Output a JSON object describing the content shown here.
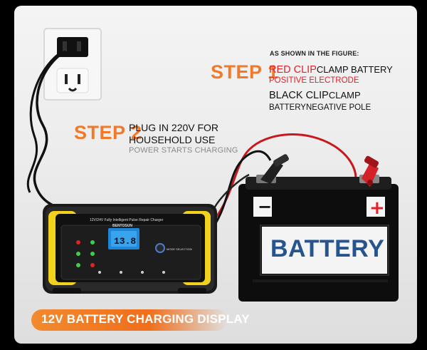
{
  "step1": {
    "title": "STEP 1",
    "caption": "AS SHOWN IN THE FIGURE:",
    "red_clip": "RED CLIP",
    "red_rest": "CLAMP BATTERY",
    "red_line2": "POSITIVE ELECTRODE",
    "black_clip": "BLACK CLIP",
    "black_rest": "CLAMP",
    "black_line2a": "BATTERY",
    "black_line2b": "NEGATIVE POLE"
  },
  "step2": {
    "title": "STEP 2",
    "line1": "PLUG IN 220V FOR",
    "line2": "HOUSEHOLD USE",
    "line3": "POWER STARTS CHARGING"
  },
  "charger": {
    "model_text": "12V/24V Fully Intelligent Pulse Repair Charger",
    "brand": "BENTOSUN",
    "lcd_value": "13.8",
    "mode_label": "MODE SELECTION"
  },
  "battery": {
    "label": "BATTERY",
    "minus": "−",
    "plus": "+"
  },
  "banner": {
    "text": "12V BATTERY CHARGING DISPLAY"
  },
  "colors": {
    "accent_orange": "#f07a2a",
    "positive_red": "#e4202a",
    "battery_blue": "#27538f",
    "charger_yellow": "#f2d21c"
  }
}
